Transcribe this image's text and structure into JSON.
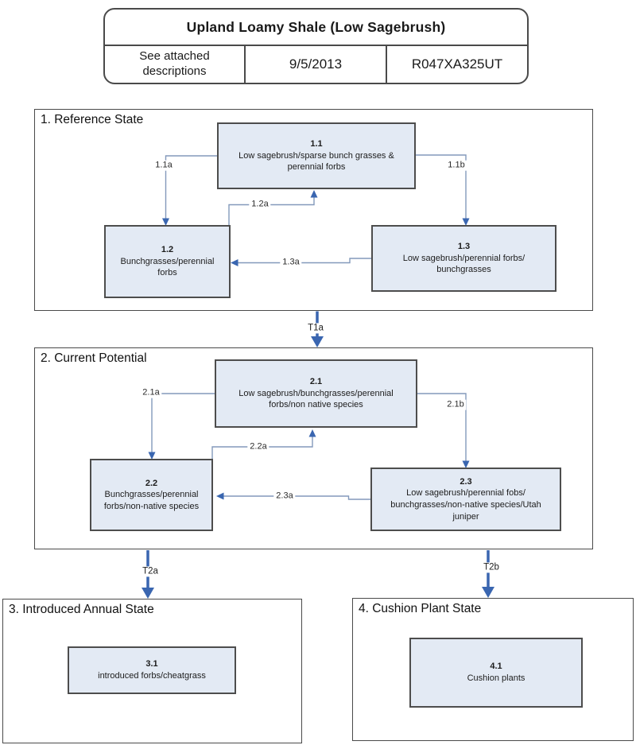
{
  "header": {
    "title": "Upland Loamy Shale (Low Sagebrush)",
    "note": "See attached descriptions",
    "date": "9/5/2013",
    "site_id": "R047XA325UT"
  },
  "sections": {
    "s1": "1. Reference State",
    "s2": "2. Current Potential",
    "s3": "3. Introduced Annual State",
    "s4": "4. Cushion Plant State"
  },
  "boxes": {
    "b11": {
      "code": "1.1",
      "desc": "Low sagebrush/sparse bunch grasses & perennial forbs"
    },
    "b12": {
      "code": "1.2",
      "desc": "Bunchgrasses/perennial forbs"
    },
    "b13": {
      "code": "1.3",
      "desc": "Low sagebrush/perennial forbs/ bunchgrasses"
    },
    "b21": {
      "code": "2.1",
      "desc": "Low sagebrush/bunchgrasses/perennial forbs/non native species"
    },
    "b22": {
      "code": "2.2",
      "desc": "Bunchgrasses/perennial forbs/non-native species"
    },
    "b23": {
      "code": "2.3",
      "desc": "Low sagebrush/perennial fobs/ bunchgrasses/non-native species/Utah juniper"
    },
    "b31": {
      "code": "3.1",
      "desc": "introduced forbs/cheatgrass"
    },
    "b41": {
      "code": "4.1",
      "desc": "Cushion plants"
    }
  },
  "arrows": {
    "a11a": "1.1a",
    "a11b": "1.1b",
    "a12a": "1.2a",
    "a13a": "1.3a",
    "a21a": "2.1a",
    "a21b": "2.1b",
    "a22a": "2.2a",
    "a23a": "2.3a",
    "t1a": "T1a",
    "t2a": "T2a",
    "t2b": "T2b"
  },
  "colors": {
    "box_fill": "#e3eaf4",
    "box_border": "#4d4d4d",
    "section_border": "#4a4a4a",
    "connector_line": "#8399bb",
    "arrow_blue": "#3a66b0"
  }
}
